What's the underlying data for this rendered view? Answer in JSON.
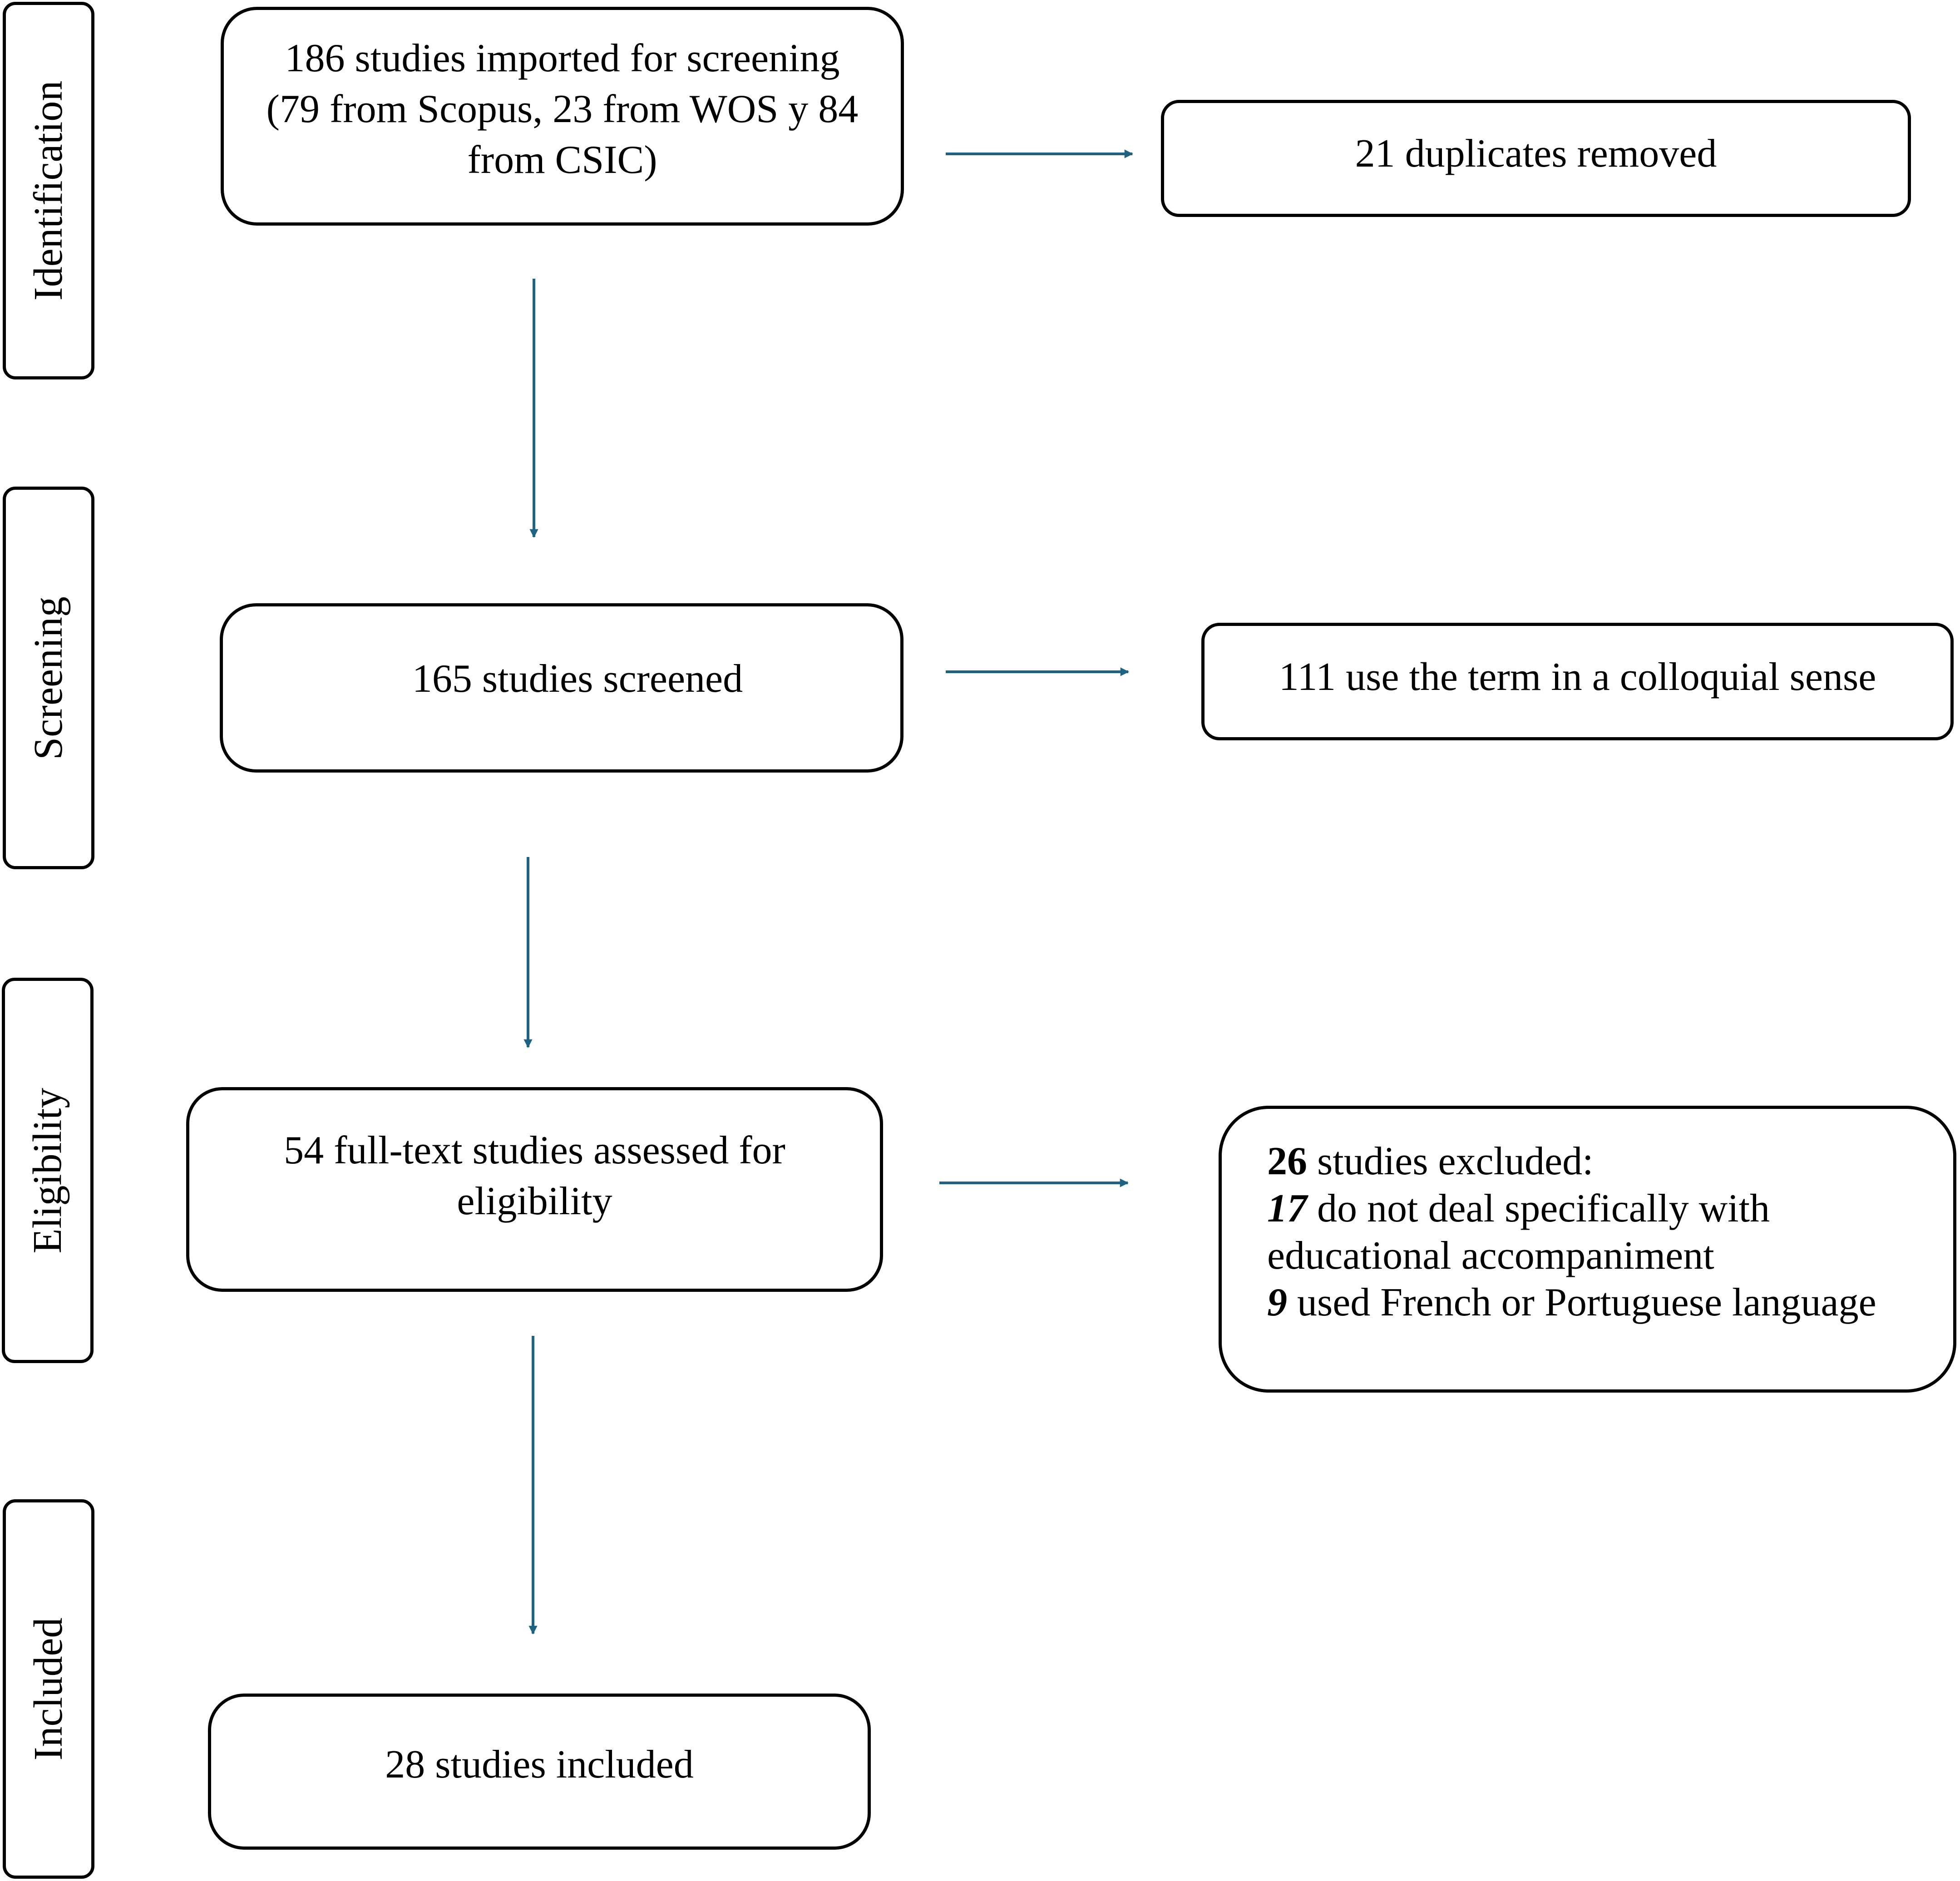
{
  "stages": {
    "identification": "Identification",
    "screening": "Screening",
    "eligibility": "Eligibility",
    "included": "Included"
  },
  "boxes": {
    "imported": "186 studies imported for screening (79 from Scopus, 23 from WOS y 84 from CSIC)",
    "duplicates": "21 duplicates removed",
    "screened": "165 studies screened",
    "colloquial": "111 use the term in a colloquial sense",
    "assessed": "54 full-text studies assessed for eligibility",
    "included": "28 studies included"
  },
  "exclusion": {
    "total_count": "26",
    "total_text": " studies excluded:",
    "reason1_count": "17",
    "reason1_text_a": " do not deal specifically with",
    "reason1_text_b": "educational accompaniment",
    "reason2_count": "9",
    "reason2_text": " used French or Portuguese language"
  },
  "colors": {
    "arrow": "#1f6382",
    "border": "#000000",
    "background": "#ffffff"
  }
}
